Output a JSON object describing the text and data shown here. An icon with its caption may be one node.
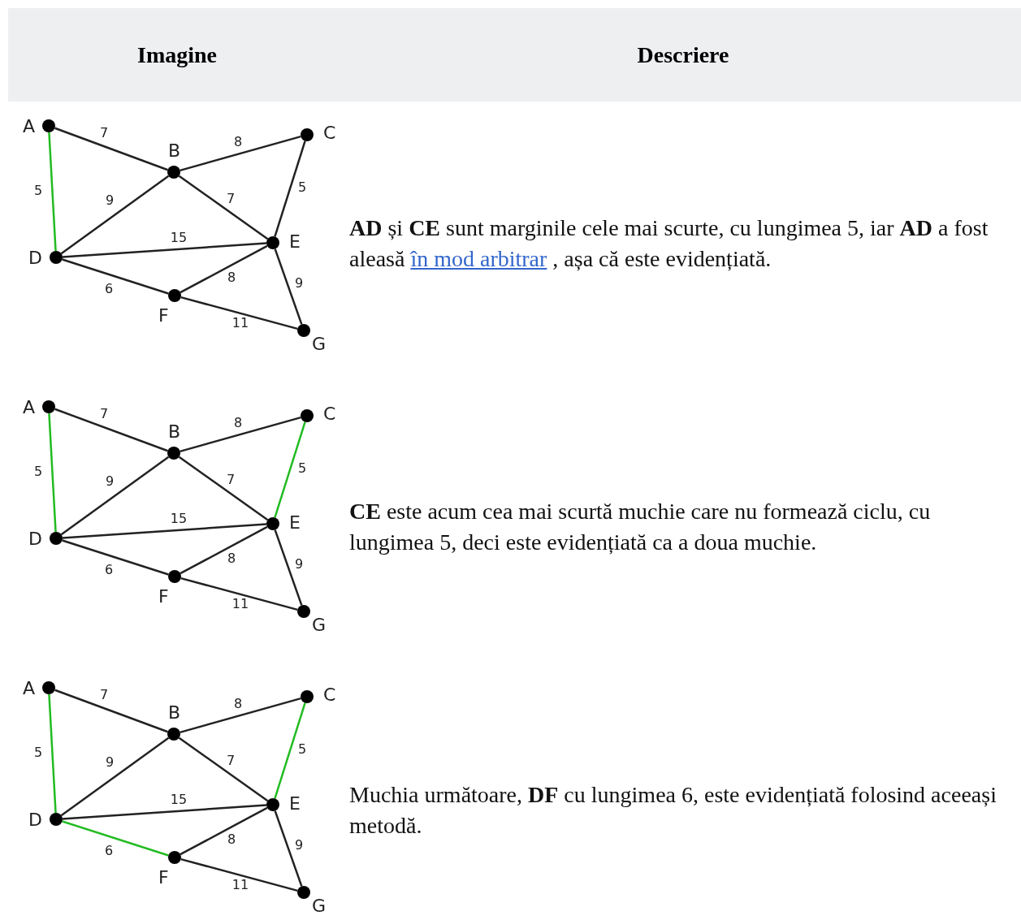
{
  "diagram": {
    "nodes": [
      {
        "text": [
          "A"
        ]
      },
      {
        "text": [
          "B"
        ]
      },
      {
        "text": [
          "C"
        ]
      },
      {
        "text": [
          "D"
        ]
      },
      {
        "text": [
          "E"
        ]
      },
      {
        "text": [
          "F"
        ]
      },
      {
        "text": [
          "G"
        ]
      },
      {
        "text": [
          "A"
        ]
      },
      {
        "text": [
          "B"
        ]
      },
      {
        "text": [
          "C"
        ]
      },
      {
        "text": [
          "D"
        ]
      },
      {
        "text": [
          "E"
        ]
      },
      {
        "text": [
          "F"
        ]
      },
      {
        "text": [
          "G"
        ]
      },
      {
        "text": [
          "A"
        ]
      },
      {
        "text": [
          "B"
        ]
      },
      {
        "text": [
          "C"
        ]
      },
      {
        "text": [
          "D"
        ]
      },
      {
        "text": [
          "E"
        ]
      },
      {
        "text": [
          "F"
        ]
      },
      {
        "text": [
          "G"
        ]
      }
    ],
    "edges": [
      {
        "from": 0,
        "to": 1,
        "arrow": "none",
        "label": "7"
      },
      {
        "from": 0,
        "to": 3,
        "arrow": "none",
        "label": "5",
        "color": "#22bb22"
      },
      {
        "from": 1,
        "to": 2,
        "arrow": "none",
        "label": "8"
      },
      {
        "from": 1,
        "to": 3,
        "arrow": "none",
        "label": "9"
      },
      {
        "from": 1,
        "to": 4,
        "arrow": "none",
        "label": "7"
      },
      {
        "from": 2,
        "to": 4,
        "arrow": "none",
        "label": "5"
      },
      {
        "from": 3,
        "to": 4,
        "arrow": "none",
        "label": "15"
      },
      {
        "from": 3,
        "to": 5,
        "arrow": "none",
        "label": "6"
      },
      {
        "from": 4,
        "to": 5,
        "arrow": "none",
        "label": "8"
      },
      {
        "from": 4,
        "to": 6,
        "arrow": "none",
        "label": "9"
      },
      {
        "from": 5,
        "to": 6,
        "arrow": "none",
        "label": "11"
      },
      {
        "from": 7,
        "to": 8,
        "arrow": "none",
        "label": "7"
      },
      {
        "from": 7,
        "to": 10,
        "arrow": "none",
        "label": "5",
        "color": "#22bb22"
      },
      {
        "from": 8,
        "to": 9,
        "arrow": "none",
        "label": "8"
      },
      {
        "from": 8,
        "to": 10,
        "arrow": "none",
        "label": "9"
      },
      {
        "from": 8,
        "to": 11,
        "arrow": "none",
        "label": "7"
      },
      {
        "from": 9,
        "to": 11,
        "arrow": "none",
        "label": "5",
        "color": "#22bb22"
      },
      {
        "from": 10,
        "to": 11,
        "arrow": "none",
        "label": "15"
      },
      {
        "from": 10,
        "to": 12,
        "arrow": "none",
        "label": "6"
      },
      {
        "from": 11,
        "to": 12,
        "arrow": "none",
        "label": "8"
      },
      {
        "from": 11,
        "to": 13,
        "arrow": "none",
        "label": "9"
      },
      {
        "from": 12,
        "to": 13,
        "arrow": "none",
        "label": "11"
      },
      {
        "from": 14,
        "to": 15,
        "arrow": "none",
        "label": "7"
      },
      {
        "from": 14,
        "to": 17,
        "arrow": "none",
        "label": "5",
        "color": "#22bb22"
      },
      {
        "from": 15,
        "to": 16,
        "arrow": "none",
        "label": "8"
      },
      {
        "from": 15,
        "to": 17,
        "arrow": "none",
        "label": "9"
      },
      {
        "from": 15,
        "to": 18,
        "arrow": "none",
        "label": "7"
      },
      {
        "from": 16,
        "to": 18,
        "arrow": "none",
        "label": "5",
        "color": "#22bb22"
      },
      {
        "from": 17,
        "to": 18,
        "arrow": "none",
        "label": "15"
      },
      {
        "from": 17,
        "to": 19,
        "arrow": "none",
        "label": "6",
        "color": "#22bb22"
      },
      {
        "from": 18,
        "to": 19,
        "arrow": "none",
        "label": "8"
      },
      {
        "from": 18,
        "to": 20,
        "arrow": "none",
        "label": "9"
      },
      {
        "from": 19,
        "to": 20,
        "arrow": "none",
        "label": "11"
      }
    ],
    "labels": [
      "Imagine",
      "Descriere",
      "**AD** și **CE** sunt marginile cele mai scurte, cu lungimea 5, iar **AD** a fost aleasă",
      "în mod arbitrar",
      ", așa că este evidențiată.",
      "**CE** este acum cea mai scurtă muchie care nu formează ciclu, cu lungimea 5, deci este evidențiată ca a doua muchie.",
      "Muchia următoare, **DF** cu lungimea 6, este evidențiată folosind aceeași metodă."
    ]
  }
}
